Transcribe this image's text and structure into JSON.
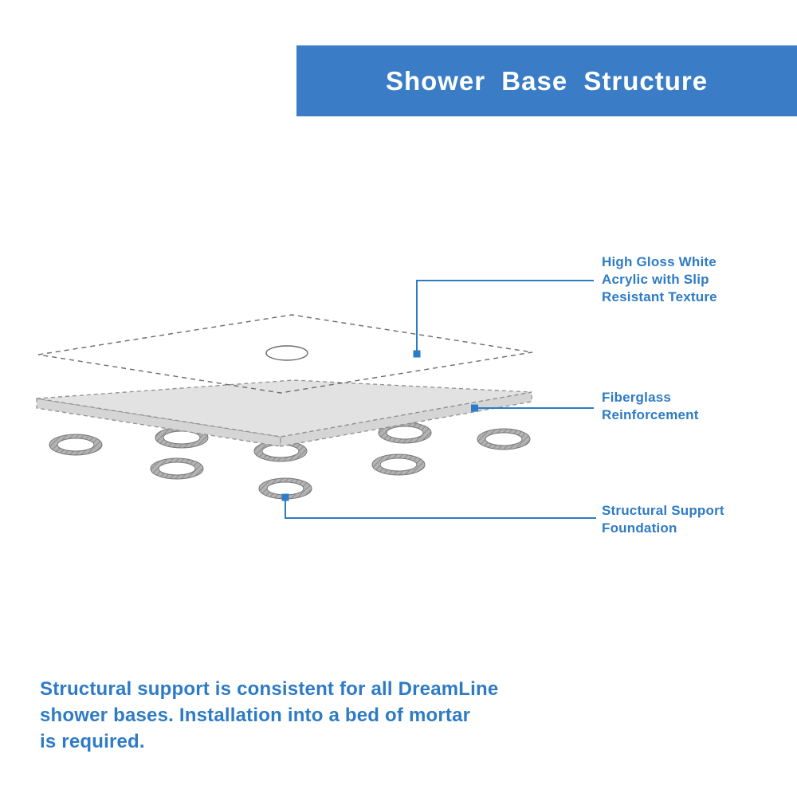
{
  "header": {
    "title": "Shower Base Structure"
  },
  "callouts": [
    {
      "id": "acrylic",
      "label": "High Gloss White\nAcrylic with Slip\nResistant Texture"
    },
    {
      "id": "fiberglass",
      "label": "Fiberglass\nReinforcement"
    },
    {
      "id": "foundation",
      "label": "Structural Support\nFoundation"
    }
  ],
  "footer": {
    "text": "Structural support is consistent for all DreamLine\nshower bases. Installation into a bed of mortar\nis required."
  },
  "colors": {
    "accent_blue": "#2e7bc5",
    "banner_blue": "#3a7dc6",
    "layer_gray": "#e2e2e2",
    "ring_gray": "#b3b3b3",
    "outline_gray": "#6b6b6b"
  },
  "diagram": {
    "layers": [
      {
        "name": "acrylic-top-layer",
        "style": "dashed-outline",
        "feature": "drain-opening"
      },
      {
        "name": "fiberglass-layer",
        "style": "gray-filled-dashed"
      },
      {
        "name": "support-rings",
        "count": 8
      }
    ]
  }
}
